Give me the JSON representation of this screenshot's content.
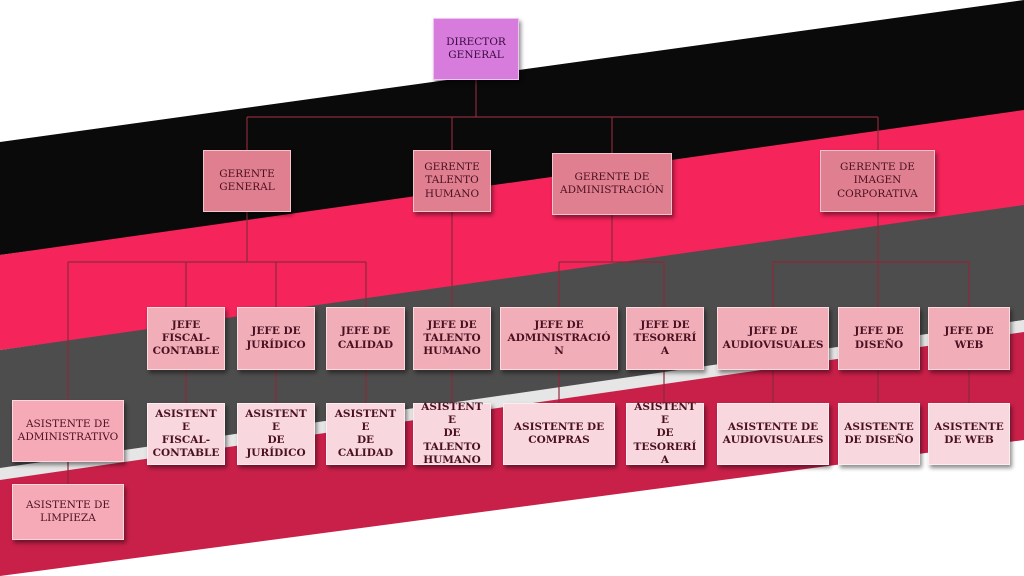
{
  "colors": {
    "band_black": "#0a0a0a",
    "band_red": "#f5245b",
    "band_gray": "#4d4d4d",
    "band_crimson": "#c92049",
    "connector": "#8a2a3a"
  },
  "org": {
    "director": "DIRECTOR\nGENERAL",
    "gerente_general": "GERENTE\nGENERAL",
    "gerente_talento": "GERENTE\nTALENTO\nHUMANO",
    "gerente_admin": "GERENTE DE\nADMINISTRACIÓN",
    "gerente_imagen": "GERENTE DE\nIMAGEN\nCORPORATIVA",
    "jefe_fiscal": "JEFE\nFISCAL-\nCONTABLE",
    "jefe_juridico": "JEFE DE\nJURÍDICO",
    "jefe_calidad": "JEFE DE\nCALIDAD",
    "jefe_talento": "JEFE DE\nTALENTO\nHUMANO",
    "jefe_admin": "JEFE DE\nADMINISTRACIÓN",
    "jefe_tesoreria": "JEFE DE\nTESORERÍA",
    "jefe_audiovisuales": "JEFE DE\nAUDIOVISUALES",
    "jefe_diseno": "JEFE DE\nDISEÑO",
    "jefe_web": "JEFE DE\nWEB",
    "asist_administrativo": "ASISTENTE DE\nADMINISTRATIVO",
    "asist_limpieza": "ASISTENTE DE\nLIMPIEZA",
    "asist_fiscal": "ASISTENTE\nFISCAL-\nCONTABLE",
    "asist_juridico": "ASISTENTE\nDE\nJURÍDICO",
    "asist_calidad": "ASISTENTE\nDE\nCALIDAD",
    "asist_talento": "ASISTENTE\nDE\nTALENTO\nHUMANO",
    "asist_compras": "ASISTENTE DE\nCOMPRAS",
    "asist_tesoreria": "ASISTENTE\nDE\nTESORERÍA",
    "asist_audiovisuales": "ASISTENTE DE\nAUDIOVISUALES",
    "asist_diseno": "ASISTENTE\nDE DISEÑO",
    "asist_web": "ASISTENTE\nDE WEB"
  }
}
